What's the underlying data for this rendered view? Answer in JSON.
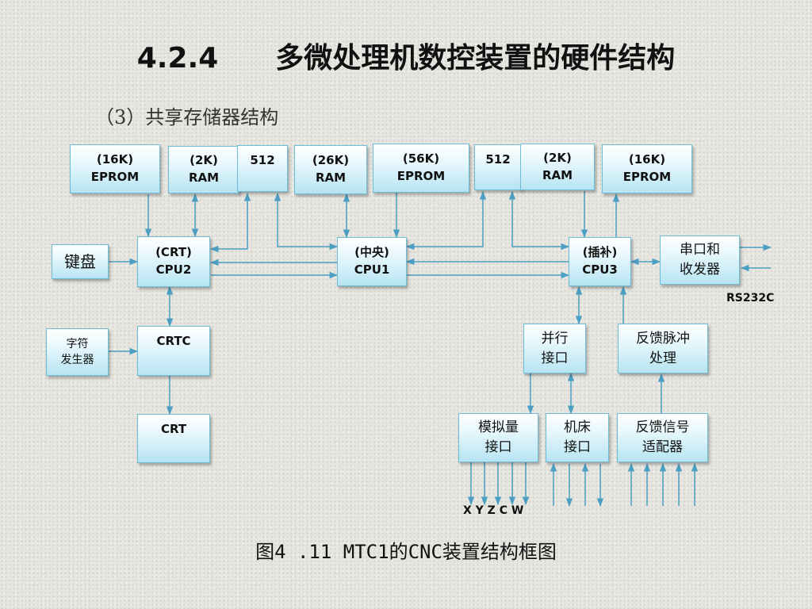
{
  "title": "4.2.4　　多微处理机数控装置的硬件结构",
  "subtitle": "（3）共享存储器结构",
  "caption": "图4 .11 MTC1的CNC装置结构框图",
  "boxes": {
    "eprom16_left": "(16K)\nEPROM",
    "ram2_left": "(2K)\nRAM",
    "mem512_left": "512",
    "ram26": "(26K)\nRAM",
    "eprom56": "(56K)\nEPROM",
    "mem512_right": "512",
    "ram2_right": "(2K)\nRAM",
    "eprom16_right": "(16K)\nEPROM",
    "keyboard": "键盘",
    "cpu2": "(CRT)\nCPU2",
    "cpu1": "(中央)\nCPU1",
    "cpu3": "(插补)\nCPU3",
    "serial": "串口和\n收发器",
    "char_gen": "字符\n发生器",
    "crtc": "CRTC",
    "crt": "CRT",
    "parallel": "并行\n接口",
    "feedback_pulse": "反馈脉冲\n处理",
    "analog": "模拟量\n接口",
    "machine": "机床\n接口",
    "feedback_adapter": "反馈信号\n适配器"
  },
  "labels": {
    "rs232c": "RS232C",
    "axes": "X Y Z C W"
  }
}
